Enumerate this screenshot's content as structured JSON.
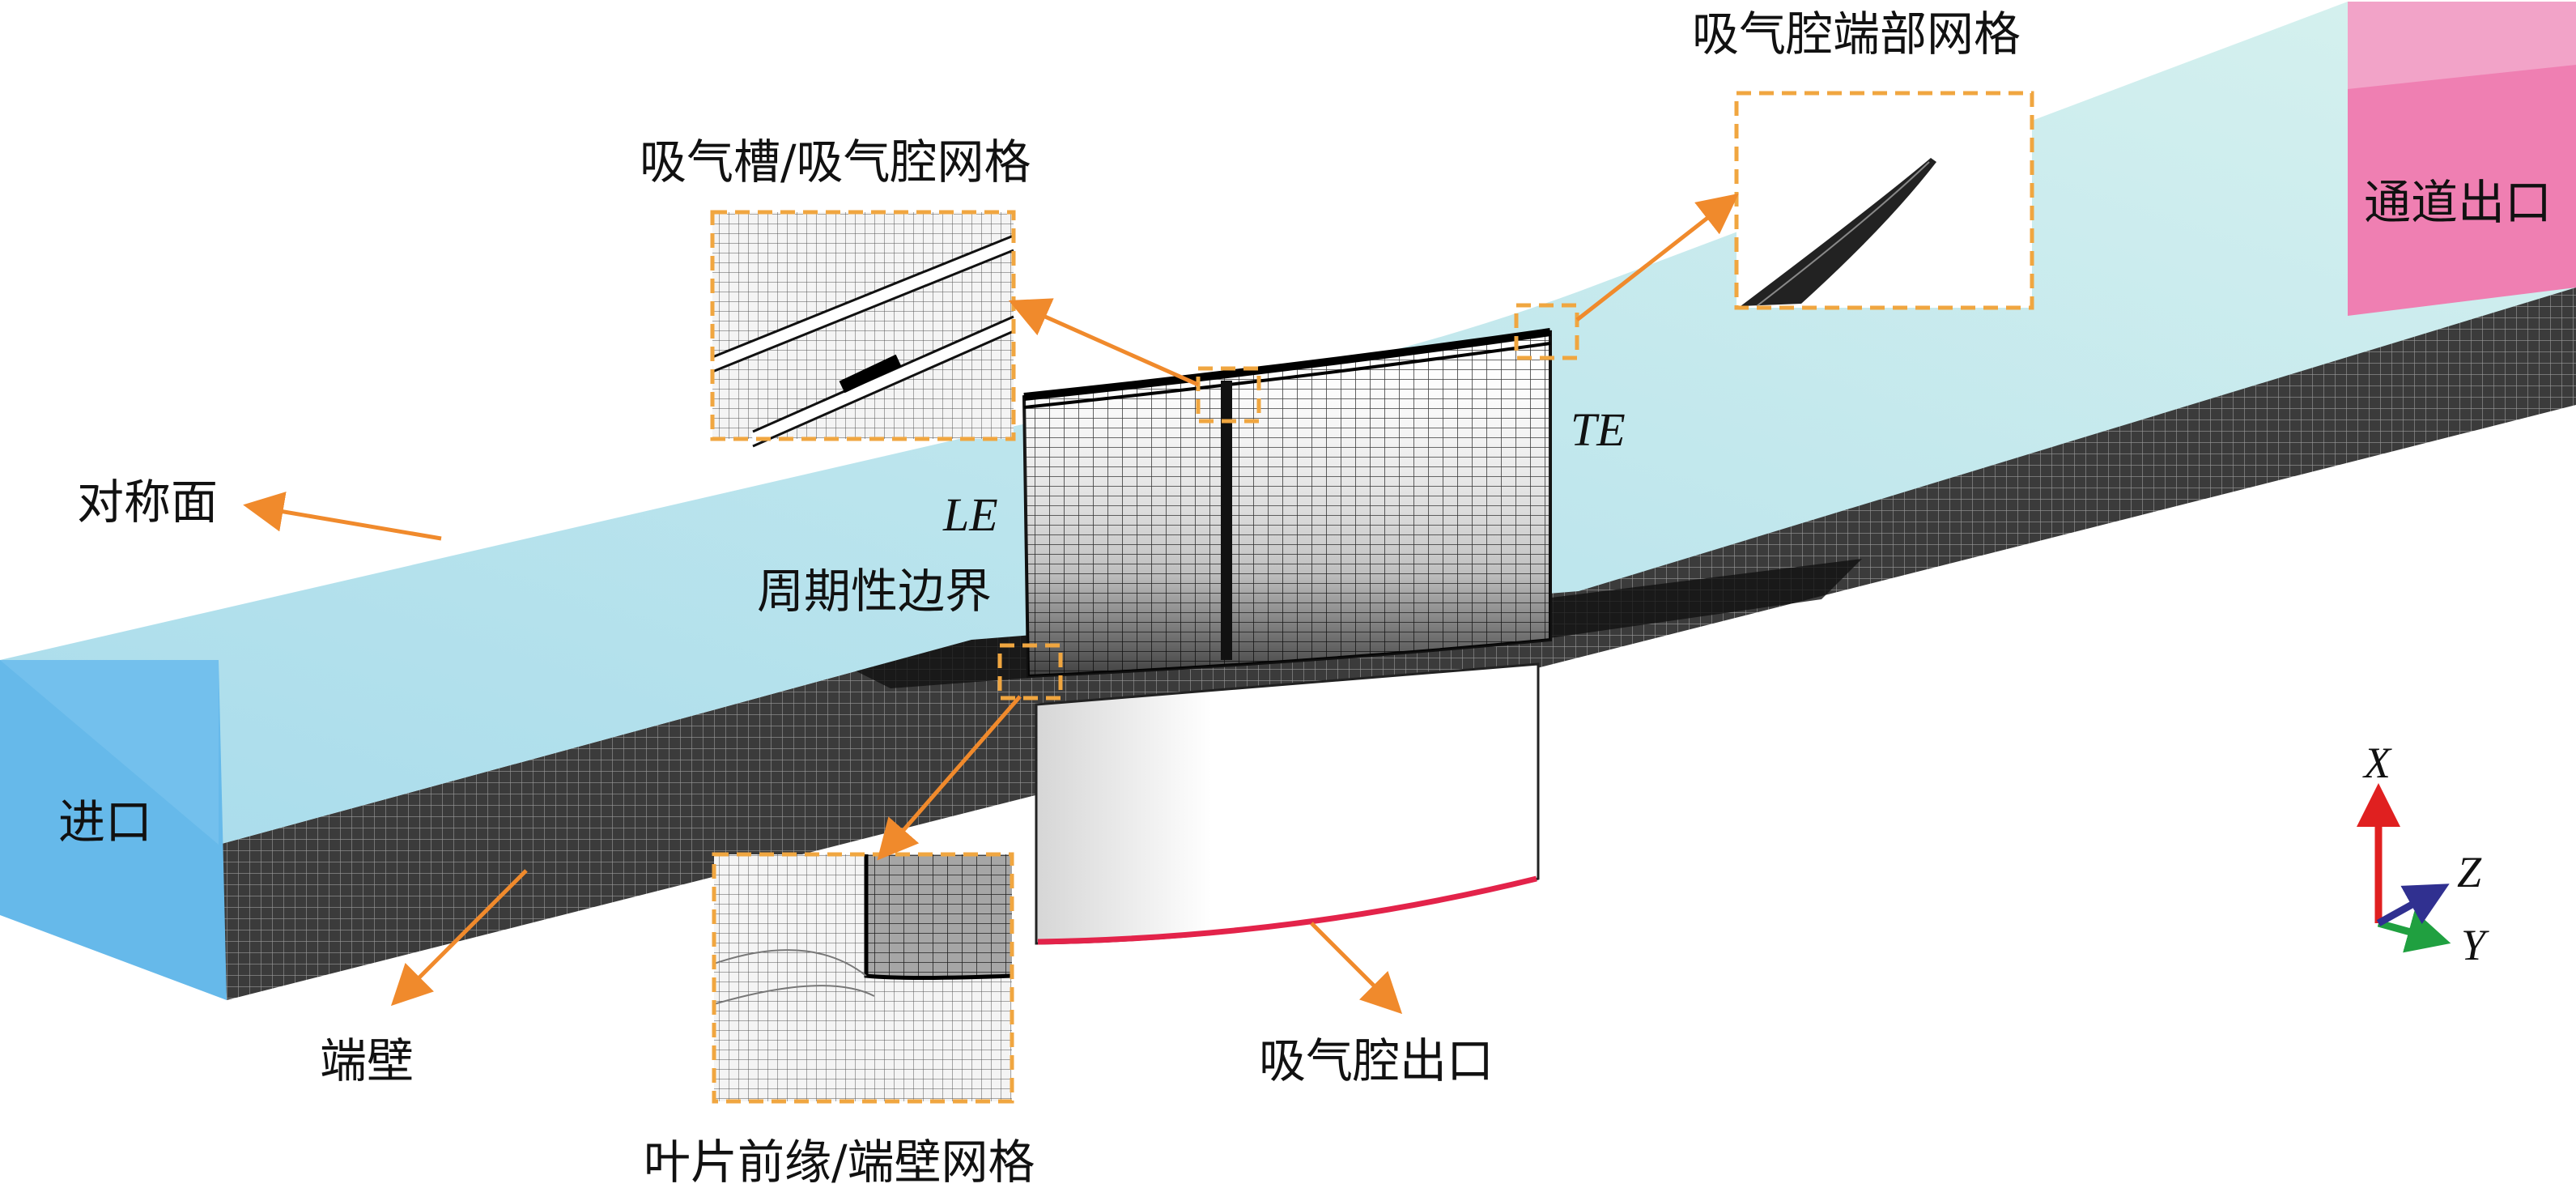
{
  "labels": {
    "symmetry_plane": "对称面",
    "inlet": "进口",
    "endwall": "端壁",
    "periodic_boundary": "周期性边界",
    "slot_cavity_mesh": "吸气槽/吸气腔网格",
    "cavity_end_mesh": "吸气腔端部网格",
    "passage_outlet": "通道出口",
    "le": "LE",
    "te": "TE",
    "cavity_outlet": "吸气腔出口",
    "le_endwall_mesh": "叶片前缘/端壁网格"
  },
  "axes": {
    "x": "X",
    "y": "Y",
    "z": "Z"
  },
  "colors": {
    "top_face_light": "#cdeef0",
    "top_face": "#b4e1ee",
    "inlet_face": "#66b9ea",
    "outlet_face": "#ef7fb2",
    "endwall_mesh": "#2a2a2a",
    "annotation": "#f08a2c",
    "cavity_outlet_line": "#e3234a",
    "axis_x": "#e02020",
    "axis_y": "#20a040",
    "axis_z": "#303090"
  }
}
